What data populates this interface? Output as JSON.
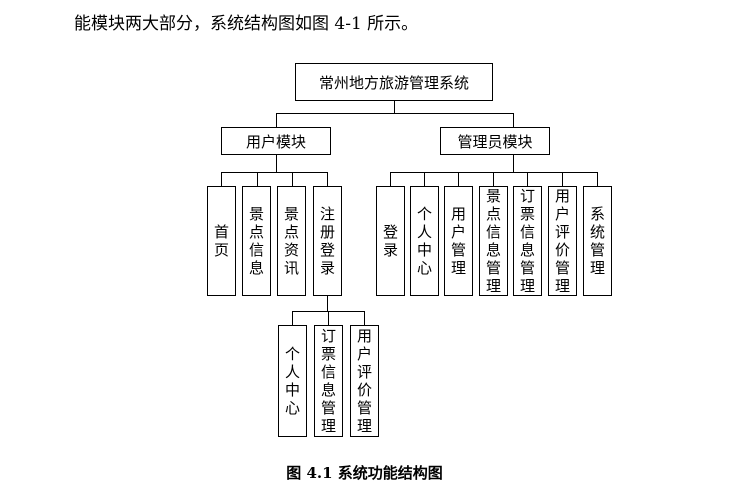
{
  "intro_text": "能模块两大部分，系统结构图如图 4-1 所示。",
  "root": "常州地方旅游管理系统",
  "user_module": {
    "label": "用户模块",
    "children": [
      "首页",
      "景点信息",
      "景点资讯",
      "注册登录"
    ]
  },
  "register_children": [
    "个人中心",
    "订票信息管理",
    "用户评价管理"
  ],
  "admin_module": {
    "label": "管理员模块",
    "children": [
      "登录",
      "个人中心",
      "用户管理",
      "景点信息管理",
      "订票信息管理",
      "用户评价管理",
      "系统管理"
    ]
  },
  "caption": "图 4.1 系统功能结构图"
}
